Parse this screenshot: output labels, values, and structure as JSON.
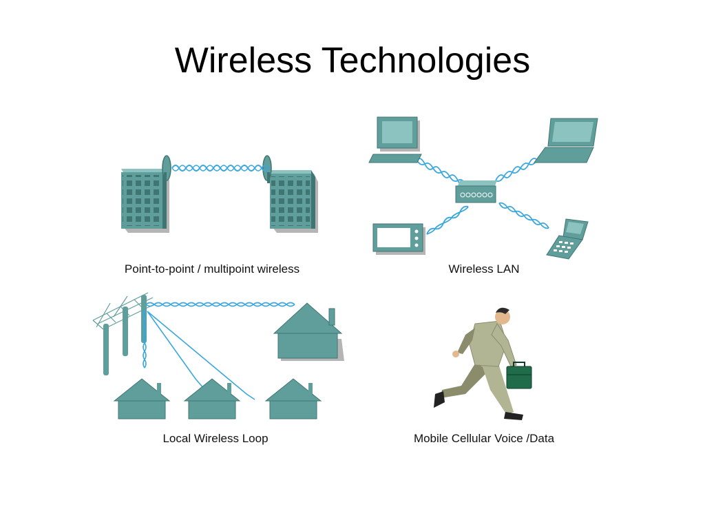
{
  "slide": {
    "title": "Wireless Technologies"
  },
  "panels": [
    {
      "caption": "Point-to-point / multipoint wireless"
    },
    {
      "caption": "Wireless LAN"
    },
    {
      "caption": "Local Wireless Loop"
    },
    {
      "caption": "Mobile Cellular Voice /Data"
    }
  ],
  "colors": {
    "device": "#5f9e9b",
    "device_dark": "#3f7572",
    "device_light": "#8cc3c0",
    "wave": "#3aa7de",
    "shadow": "#b5b5b5",
    "suit": "#b2b594",
    "suit_dark": "#8a8c6c",
    "briefcase": "#1f6b4a"
  }
}
